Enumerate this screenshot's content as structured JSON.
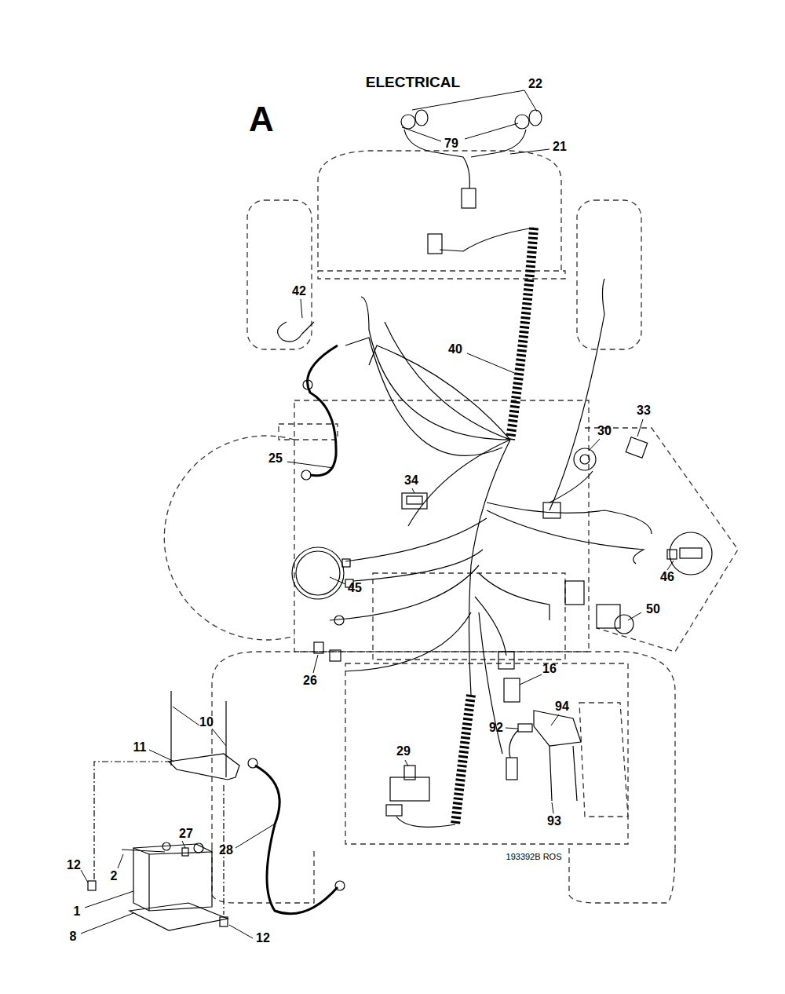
{
  "diagram": {
    "title": "ELECTRICAL",
    "labels": [
      "22",
      "A",
      "79",
      "21",
      "42",
      "40",
      "33",
      "30",
      "34",
      "25",
      "46",
      "45",
      "50",
      "26",
      "16",
      "10",
      "11",
      "94",
      "92",
      "29",
      "93",
      "27",
      "12",
      "2",
      "28",
      "1",
      "8",
      "12",
      "193392B ROS"
    ]
  }
}
